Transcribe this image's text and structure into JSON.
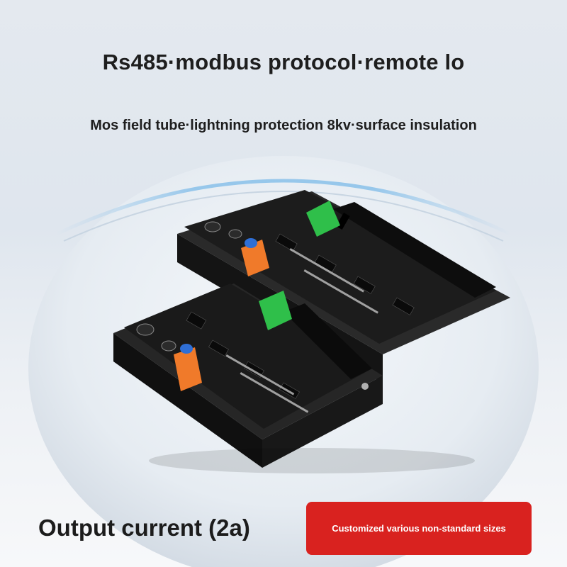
{
  "headline": "Rs485·modbus protocol·remote lo",
  "subheadline": "Mos field tube·lightning protection 8kv·surface insulation",
  "product_image": {
    "name": "two-din-rail-relay-boards",
    "colors": {
      "pcb": "#1a1a1a",
      "green_terminal": "#2fbf4a",
      "orange_terminal": "#f07a2a",
      "blue_pot": "#2f6fd6"
    }
  },
  "footer": {
    "output_current": "Output current (2a)",
    "custom_badge": "Customized various non-standard sizes"
  }
}
